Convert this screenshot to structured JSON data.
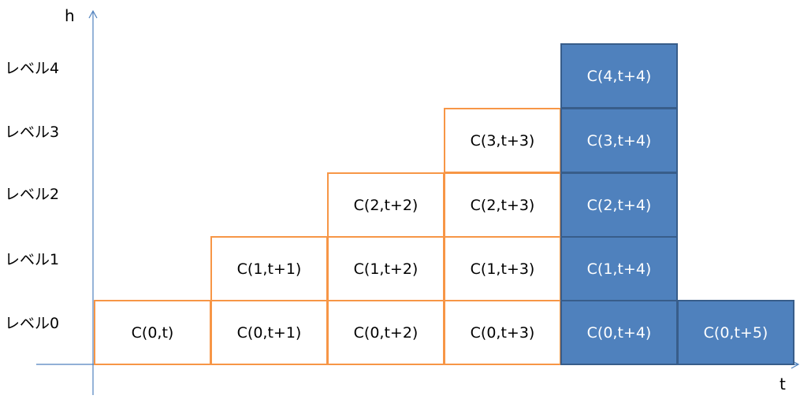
{
  "axes": {
    "vertical_label": "h",
    "horizontal_label": "t"
  },
  "levels": [
    "レベル0",
    "レベル1",
    "レベル2",
    "レベル3",
    "レベル4"
  ],
  "colors": {
    "axis": "#4f81bd",
    "white_cell_border": "#f79646",
    "blue_cell_fill": "#4f81bd",
    "blue_cell_border": "#385d8a"
  },
  "cells": [
    {
      "label": "C(0,t)",
      "level": 0,
      "col": 0,
      "style": "white"
    },
    {
      "label": "C(0,t+1)",
      "level": 0,
      "col": 1,
      "style": "white"
    },
    {
      "label": "C(0,t+2)",
      "level": 0,
      "col": 2,
      "style": "white"
    },
    {
      "label": "C(0,t+3)",
      "level": 0,
      "col": 3,
      "style": "white"
    },
    {
      "label": "C(0,t+4)",
      "level": 0,
      "col": 4,
      "style": "blue"
    },
    {
      "label": "C(0,t+5)",
      "level": 0,
      "col": 5,
      "style": "blue"
    },
    {
      "label": "C(1,t+1)",
      "level": 1,
      "col": 1,
      "style": "white"
    },
    {
      "label": "C(1,t+2)",
      "level": 1,
      "col": 2,
      "style": "white"
    },
    {
      "label": "C(1,t+3)",
      "level": 1,
      "col": 3,
      "style": "white"
    },
    {
      "label": "C(1,t+4)",
      "level": 1,
      "col": 4,
      "style": "blue"
    },
    {
      "label": "C(2,t+2)",
      "level": 2,
      "col": 2,
      "style": "white"
    },
    {
      "label": "C(2,t+3)",
      "level": 2,
      "col": 3,
      "style": "white"
    },
    {
      "label": "C(2,t+4)",
      "level": 2,
      "col": 4,
      "style": "blue"
    },
    {
      "label": "C(3,t+3)",
      "level": 3,
      "col": 3,
      "style": "white"
    },
    {
      "label": "C(3,t+4)",
      "level": 3,
      "col": 4,
      "style": "blue"
    },
    {
      "label": "C(4,t+4)",
      "level": 4,
      "col": 4,
      "style": "blue"
    }
  ]
}
